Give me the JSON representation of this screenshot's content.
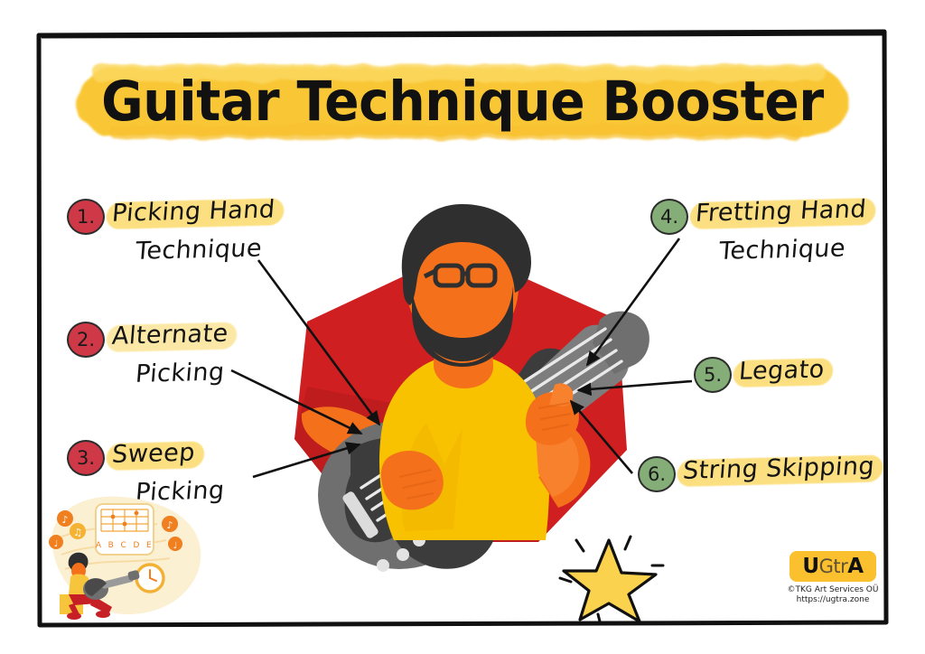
{
  "poster": {
    "title": "Guitar Technique Booster",
    "background_color": "#ffffff",
    "frame_color": "#111111",
    "highlight_color": "#fbd75e",
    "title_highlight_color": "#f9c736"
  },
  "items_left": [
    {
      "number": "1.",
      "badge_color": "#cf3846",
      "line1": "Picking Hand",
      "line2": "Technique"
    },
    {
      "number": "2.",
      "badge_color": "#cf3846",
      "line1": "Alternate",
      "line2": "Picking"
    },
    {
      "number": "3.",
      "badge_color": "#cf3846",
      "line1": "Sweep",
      "line2": "Picking"
    }
  ],
  "items_right": [
    {
      "number": "4.",
      "badge_color": "#85ad77",
      "line1": "Fretting Hand",
      "line2": "Technique"
    },
    {
      "number": "5.",
      "badge_color": "#85ad77",
      "line1": "Legato",
      "line2": ""
    },
    {
      "number": "6.",
      "badge_color": "#85ad77",
      "line1": "String Skipping",
      "line2": ""
    }
  ],
  "illustration": {
    "name": "guitarist-illustration",
    "background_shape": "red-hexagon",
    "background_color": "#cf1f20",
    "shirt_color": "#f9c200",
    "skin_color": "#f4701b",
    "hair_color": "#2f2f2f",
    "guitar_body_color": "#6f6f6f",
    "guitar_neck_color": "#7a7a7a"
  },
  "vignette": {
    "name": "practice-vignette",
    "chord_chart_letters": "A B C D E",
    "blob_color": "#fcf0d2",
    "accent_color": "#ef7f1f"
  },
  "star": {
    "name": "star-doodle",
    "fill": "#fbd24e",
    "outline": "#111111"
  },
  "logo": {
    "mark_first": "U",
    "mark_middle": "Gtr",
    "mark_last": "A",
    "badge_color": "#fbc02d",
    "copyright": "©TKG Art Services OÜ",
    "url": "https://ugtra.zone"
  }
}
